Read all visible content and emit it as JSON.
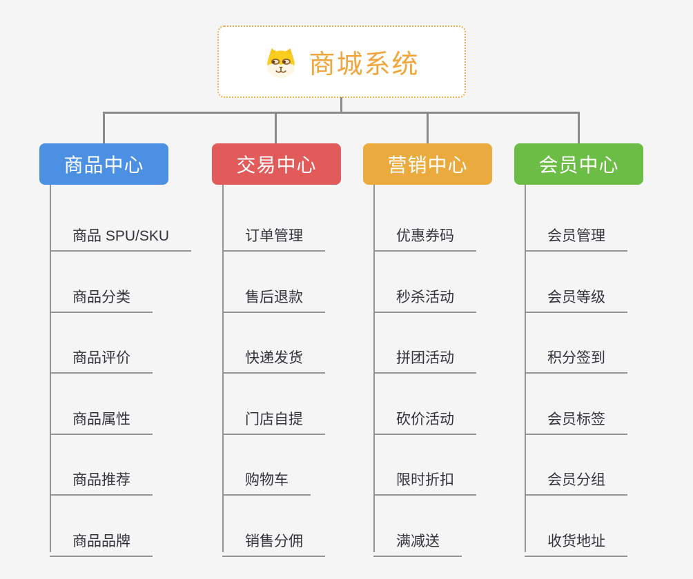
{
  "page": {
    "background_color": "#f5f5f6",
    "connector_color": "#8a8a8a",
    "leaf_line_color": "#949494",
    "leaf_text_color": "#33333a"
  },
  "root": {
    "title": "商城系统",
    "title_color": "#f0a63c",
    "border_color": "#f0ad4e",
    "icon": "dog-face-icon"
  },
  "branches": [
    {
      "label": "商品中心",
      "color": "#4b90e2",
      "items": [
        "商品 SPU/SKU",
        "商品分类",
        "商品评价",
        "商品属性",
        "商品推荐",
        "商品品牌"
      ]
    },
    {
      "label": "交易中心",
      "color": "#e25b5b",
      "items": [
        "订单管理",
        "售后退款",
        "快递发货",
        "门店自提",
        "购物车",
        "销售分佣"
      ]
    },
    {
      "label": "营销中心",
      "color": "#eaaa3e",
      "items": [
        "优惠券码",
        "秒杀活动",
        "拼团活动",
        "砍价活动",
        "限时折扣",
        "满减送"
      ]
    },
    {
      "label": "会员中心",
      "color": "#6cbd45",
      "items": [
        "会员管理",
        "会员等级",
        "积分签到",
        "会员标签",
        "会员分组",
        "收货地址"
      ]
    }
  ]
}
